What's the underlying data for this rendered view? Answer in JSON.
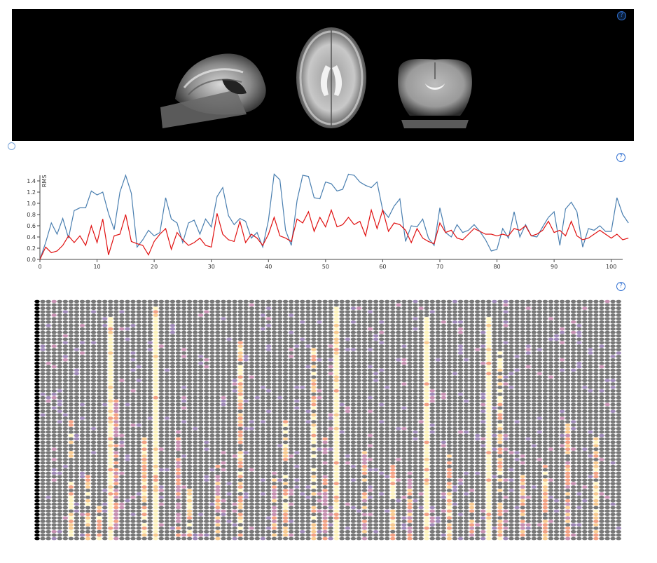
{
  "help_icon_glyph": "?",
  "colors": {
    "series_blue": "#4a7fb0",
    "series_red": "#e01010",
    "grid_gray": "#777777",
    "grid_first_col": "#000000",
    "palette": [
      "#777777",
      "#9c87b5",
      "#c58fb0",
      "#f2a083",
      "#f7c98f",
      "#fdf3bf"
    ]
  },
  "chart_data": [
    {
      "type": "line",
      "title": "",
      "xlabel": "",
      "ylabel": "RMS",
      "xlim": [
        0,
        102
      ],
      "ylim": [
        0,
        1.5
      ],
      "x_ticks": [
        0,
        10,
        20,
        30,
        40,
        50,
        60,
        70,
        80,
        90,
        100
      ],
      "y_ticks": [
        "0.0",
        "0.2",
        "0.4",
        "0.6",
        "0.8",
        "1.0",
        "1.2",
        "1.4"
      ],
      "grid": false,
      "series": [
        {
          "color": "#4a7fb0",
          "values": [
            0.0,
            0.3,
            0.65,
            0.45,
            0.73,
            0.38,
            0.87,
            0.92,
            0.92,
            1.22,
            1.15,
            1.2,
            0.82,
            0.53,
            1.2,
            1.5,
            1.18,
            0.22,
            0.35,
            0.52,
            0.42,
            0.48,
            1.1,
            0.72,
            0.65,
            0.3,
            0.65,
            0.7,
            0.45,
            0.72,
            0.58,
            1.12,
            1.28,
            0.78,
            0.62,
            0.73,
            0.68,
            0.38,
            0.48,
            0.22,
            0.7,
            1.52,
            1.42,
            0.52,
            0.25,
            1.05,
            1.5,
            1.48,
            1.1,
            1.08,
            1.38,
            1.35,
            1.22,
            1.25,
            1.52,
            1.5,
            1.38,
            1.32,
            1.28,
            1.38,
            0.88,
            0.75,
            0.95,
            1.08,
            0.32,
            0.6,
            0.58,
            0.72,
            0.38,
            0.25,
            0.92,
            0.48,
            0.4,
            0.62,
            0.48,
            0.52,
            0.62,
            0.5,
            0.35,
            0.15,
            0.18,
            0.55,
            0.38,
            0.85,
            0.4,
            0.62,
            0.42,
            0.4,
            0.58,
            0.75,
            0.85,
            0.25,
            0.9,
            1.02,
            0.85,
            0.22,
            0.55,
            0.52,
            0.6,
            0.5,
            0.5,
            1.1,
            0.8,
            0.65
          ]
        },
        {
          "color": "#e01010",
          "values": [
            0.0,
            0.22,
            0.12,
            0.15,
            0.25,
            0.42,
            0.3,
            0.42,
            0.25,
            0.6,
            0.3,
            0.72,
            0.08,
            0.42,
            0.45,
            0.8,
            0.32,
            0.28,
            0.25,
            0.08,
            0.32,
            0.45,
            0.55,
            0.18,
            0.48,
            0.35,
            0.25,
            0.3,
            0.38,
            0.25,
            0.22,
            0.82,
            0.45,
            0.35,
            0.32,
            0.68,
            0.3,
            0.45,
            0.38,
            0.25,
            0.45,
            0.75,
            0.42,
            0.38,
            0.32,
            0.72,
            0.65,
            0.85,
            0.5,
            0.75,
            0.58,
            0.88,
            0.58,
            0.62,
            0.75,
            0.62,
            0.68,
            0.42,
            0.88,
            0.55,
            0.88,
            0.5,
            0.65,
            0.62,
            0.52,
            0.3,
            0.55,
            0.38,
            0.32,
            0.28,
            0.65,
            0.48,
            0.52,
            0.38,
            0.35,
            0.45,
            0.55,
            0.5,
            0.45,
            0.45,
            0.42,
            0.45,
            0.42,
            0.55,
            0.52,
            0.6,
            0.42,
            0.45,
            0.52,
            0.68,
            0.48,
            0.52,
            0.42,
            0.68,
            0.42,
            0.35,
            0.38,
            0.45,
            0.52,
            0.45,
            0.38,
            0.45,
            0.35,
            0.38
          ]
        }
      ]
    },
    {
      "type": "heatmap",
      "title": "",
      "rows": 70,
      "columns": 104,
      "levels": [
        0,
        1,
        2,
        3,
        4,
        5
      ],
      "column_profiles": [
        [
          0,
          0,
          0
        ],
        [
          0,
          1,
          1
        ],
        [
          0,
          1,
          2
        ],
        [
          0,
          0,
          2
        ],
        [
          0,
          0,
          1
        ],
        [
          0,
          1,
          2
        ],
        [
          35,
          3,
          5
        ],
        [
          0,
          1,
          1
        ],
        [
          0,
          1,
          2
        ],
        [
          50,
          3,
          5
        ],
        [
          0,
          1,
          1
        ],
        [
          60,
          3,
          5
        ],
        [
          0,
          0,
          1
        ],
        [
          5,
          3,
          5
        ],
        [
          28,
          2,
          3
        ],
        [
          0,
          1,
          2
        ],
        [
          0,
          0,
          1
        ],
        [
          0,
          1,
          2
        ],
        [
          0,
          0,
          1
        ],
        [
          40,
          3,
          5
        ],
        [
          0,
          1,
          1
        ],
        [
          2,
          3,
          5
        ],
        [
          0,
          1,
          2
        ],
        [
          0,
          0,
          1
        ],
        [
          0,
          1,
          1
        ],
        [
          38,
          2,
          3
        ],
        [
          0,
          1,
          2
        ],
        [
          55,
          3,
          5
        ],
        [
          0,
          0,
          1
        ],
        [
          0,
          1,
          2
        ],
        [
          0,
          1,
          2
        ],
        [
          0,
          0,
          1
        ],
        [
          48,
          2,
          4
        ],
        [
          0,
          1,
          2
        ],
        [
          0,
          1,
          1
        ],
        [
          0,
          1,
          2
        ],
        [
          12,
          3,
          5
        ],
        [
          0,
          0,
          1
        ],
        [
          0,
          1,
          2
        ],
        [
          0,
          1,
          1
        ],
        [
          0,
          0,
          1
        ],
        [
          0,
          1,
          2
        ],
        [
          50,
          2,
          4
        ],
        [
          0,
          1,
          1
        ],
        [
          35,
          3,
          5
        ],
        [
          0,
          1,
          2
        ],
        [
          0,
          0,
          1
        ],
        [
          0,
          1,
          2
        ],
        [
          0,
          1,
          1
        ],
        [
          14,
          3,
          5
        ],
        [
          0,
          1,
          2
        ],
        [
          40,
          2,
          3
        ],
        [
          0,
          1,
          2
        ],
        [
          2,
          3,
          5
        ],
        [
          0,
          0,
          1
        ],
        [
          0,
          1,
          2
        ],
        [
          0,
          1,
          1
        ],
        [
          0,
          1,
          2
        ],
        [
          44,
          2,
          4
        ],
        [
          0,
          1,
          2
        ],
        [
          0,
          0,
          1
        ],
        [
          0,
          1,
          2
        ],
        [
          0,
          1,
          1
        ],
        [
          48,
          3,
          5
        ],
        [
          0,
          1,
          2
        ],
        [
          0,
          1,
          2
        ],
        [
          50,
          2,
          4
        ],
        [
          0,
          0,
          1
        ],
        [
          0,
          1,
          2
        ],
        [
          5,
          3,
          5
        ],
        [
          0,
          1,
          2
        ],
        [
          0,
          0,
          1
        ],
        [
          0,
          1,
          2
        ],
        [
          45,
          3,
          5
        ],
        [
          0,
          1,
          1
        ],
        [
          0,
          1,
          2
        ],
        [
          0,
          0,
          1
        ],
        [
          55,
          2,
          4
        ],
        [
          0,
          1,
          2
        ],
        [
          0,
          1,
          2
        ],
        [
          5,
          3,
          5
        ],
        [
          0,
          1,
          1
        ],
        [
          12,
          3,
          5
        ],
        [
          0,
          1,
          2
        ],
        [
          0,
          1,
          2
        ],
        [
          0,
          1,
          1
        ],
        [
          45,
          2,
          4
        ],
        [
          0,
          1,
          2
        ],
        [
          0,
          0,
          1
        ],
        [
          0,
          1,
          2
        ],
        [
          48,
          3,
          5
        ],
        [
          0,
          1,
          2
        ],
        [
          0,
          1,
          1
        ],
        [
          0,
          1,
          2
        ],
        [
          35,
          2,
          4
        ],
        [
          0,
          1,
          2
        ],
        [
          0,
          0,
          1
        ],
        [
          0,
          1,
          2
        ],
        [
          0,
          1,
          1
        ],
        [
          40,
          3,
          5
        ],
        [
          0,
          1,
          2
        ],
        [
          0,
          1,
          2
        ],
        [
          0,
          0,
          1
        ],
        [
          0,
          0,
          1
        ]
      ]
    }
  ]
}
